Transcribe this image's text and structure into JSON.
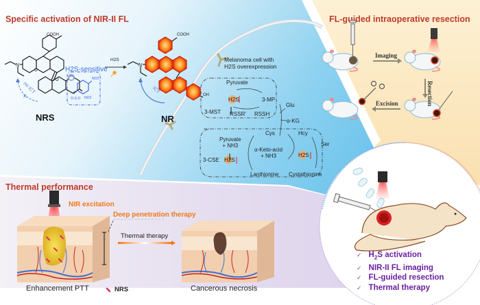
{
  "sections": {
    "activation": {
      "title": "Specific activation of NIR-II FL"
    },
    "resection": {
      "title": "FL-guided intraoperative resection"
    },
    "thermal": {
      "title": "Thermal performance"
    }
  },
  "molecules": {
    "nrs": {
      "name": "NRS",
      "cooh": "COOH",
      "sensitive_label": "H2S-sensitive",
      "no2_a": "NO2",
      "no2_b": "NO2",
      "no_ict": "no ICT"
    },
    "nr": {
      "name": "NR",
      "cooh": "COOH",
      "oh": "OH",
      "ict": "ICT"
    },
    "reaction_arrow": {
      "reagent": "H2S"
    }
  },
  "cell": {
    "label_line1": "Melanoma cell with",
    "label_line2": "H2S overexpression"
  },
  "pathway": {
    "upper": {
      "pyruvate": "Pyruvate",
      "h2s": "H2S",
      "mp": "3-MP",
      "mst": "3-MST",
      "rssr": "RSSR'",
      "rssh": "RSSH",
      "glu": "Glu",
      "akg": "α-KG"
    },
    "lower": {
      "cys": "Cys",
      "hcy": "Hcy",
      "ser": "Ser",
      "pyruvate_nh3_line1": "Pyruvate",
      "pyruvate_nh3_line2": "+ NH3",
      "keto_line1": "α-Keto-acid",
      "keto_line2": "+ NH3",
      "cse": "3-CSE",
      "h2s_left": "H2S",
      "h2s_right": "H2S",
      "lanthionine": "Lanthionine",
      "cystathionine": "Cystathionine"
    }
  },
  "resection_steps": {
    "imaging": "Imaging",
    "resection": "Resection",
    "excision": "Excision"
  },
  "thermal": {
    "nir_excitation": "NIR excitation",
    "deep_penetration": "Deep penetration therapy",
    "thermal_therapy": "Thermal therapy",
    "enhancement": "Enhancement PTT",
    "necrosis": "Cancerous necrosis",
    "legend_nrs": "NRS"
  },
  "features": [
    {
      "check": "✓",
      "pre": "H",
      "sub": "2",
      "post": "S activation"
    },
    {
      "check": "✓",
      "pre": "NIR-II FL imaging",
      "sub": "",
      "post": ""
    },
    {
      "check": "✓",
      "pre": "FL-guided resection",
      "sub": "",
      "post": ""
    },
    {
      "check": "✓",
      "pre": "Thermal therapy",
      "sub": "",
      "post": ""
    }
  ],
  "colors": {
    "title_red": "#c0392b",
    "orange_accent": "#f07a1a",
    "feature_purple": "#6a1fa0",
    "sensitive_blue": "#3b5bdb",
    "bg_blue": "#9ed8f2",
    "bg_cream": "#fbe9c4",
    "bg_lavender": "#e6dff0"
  }
}
